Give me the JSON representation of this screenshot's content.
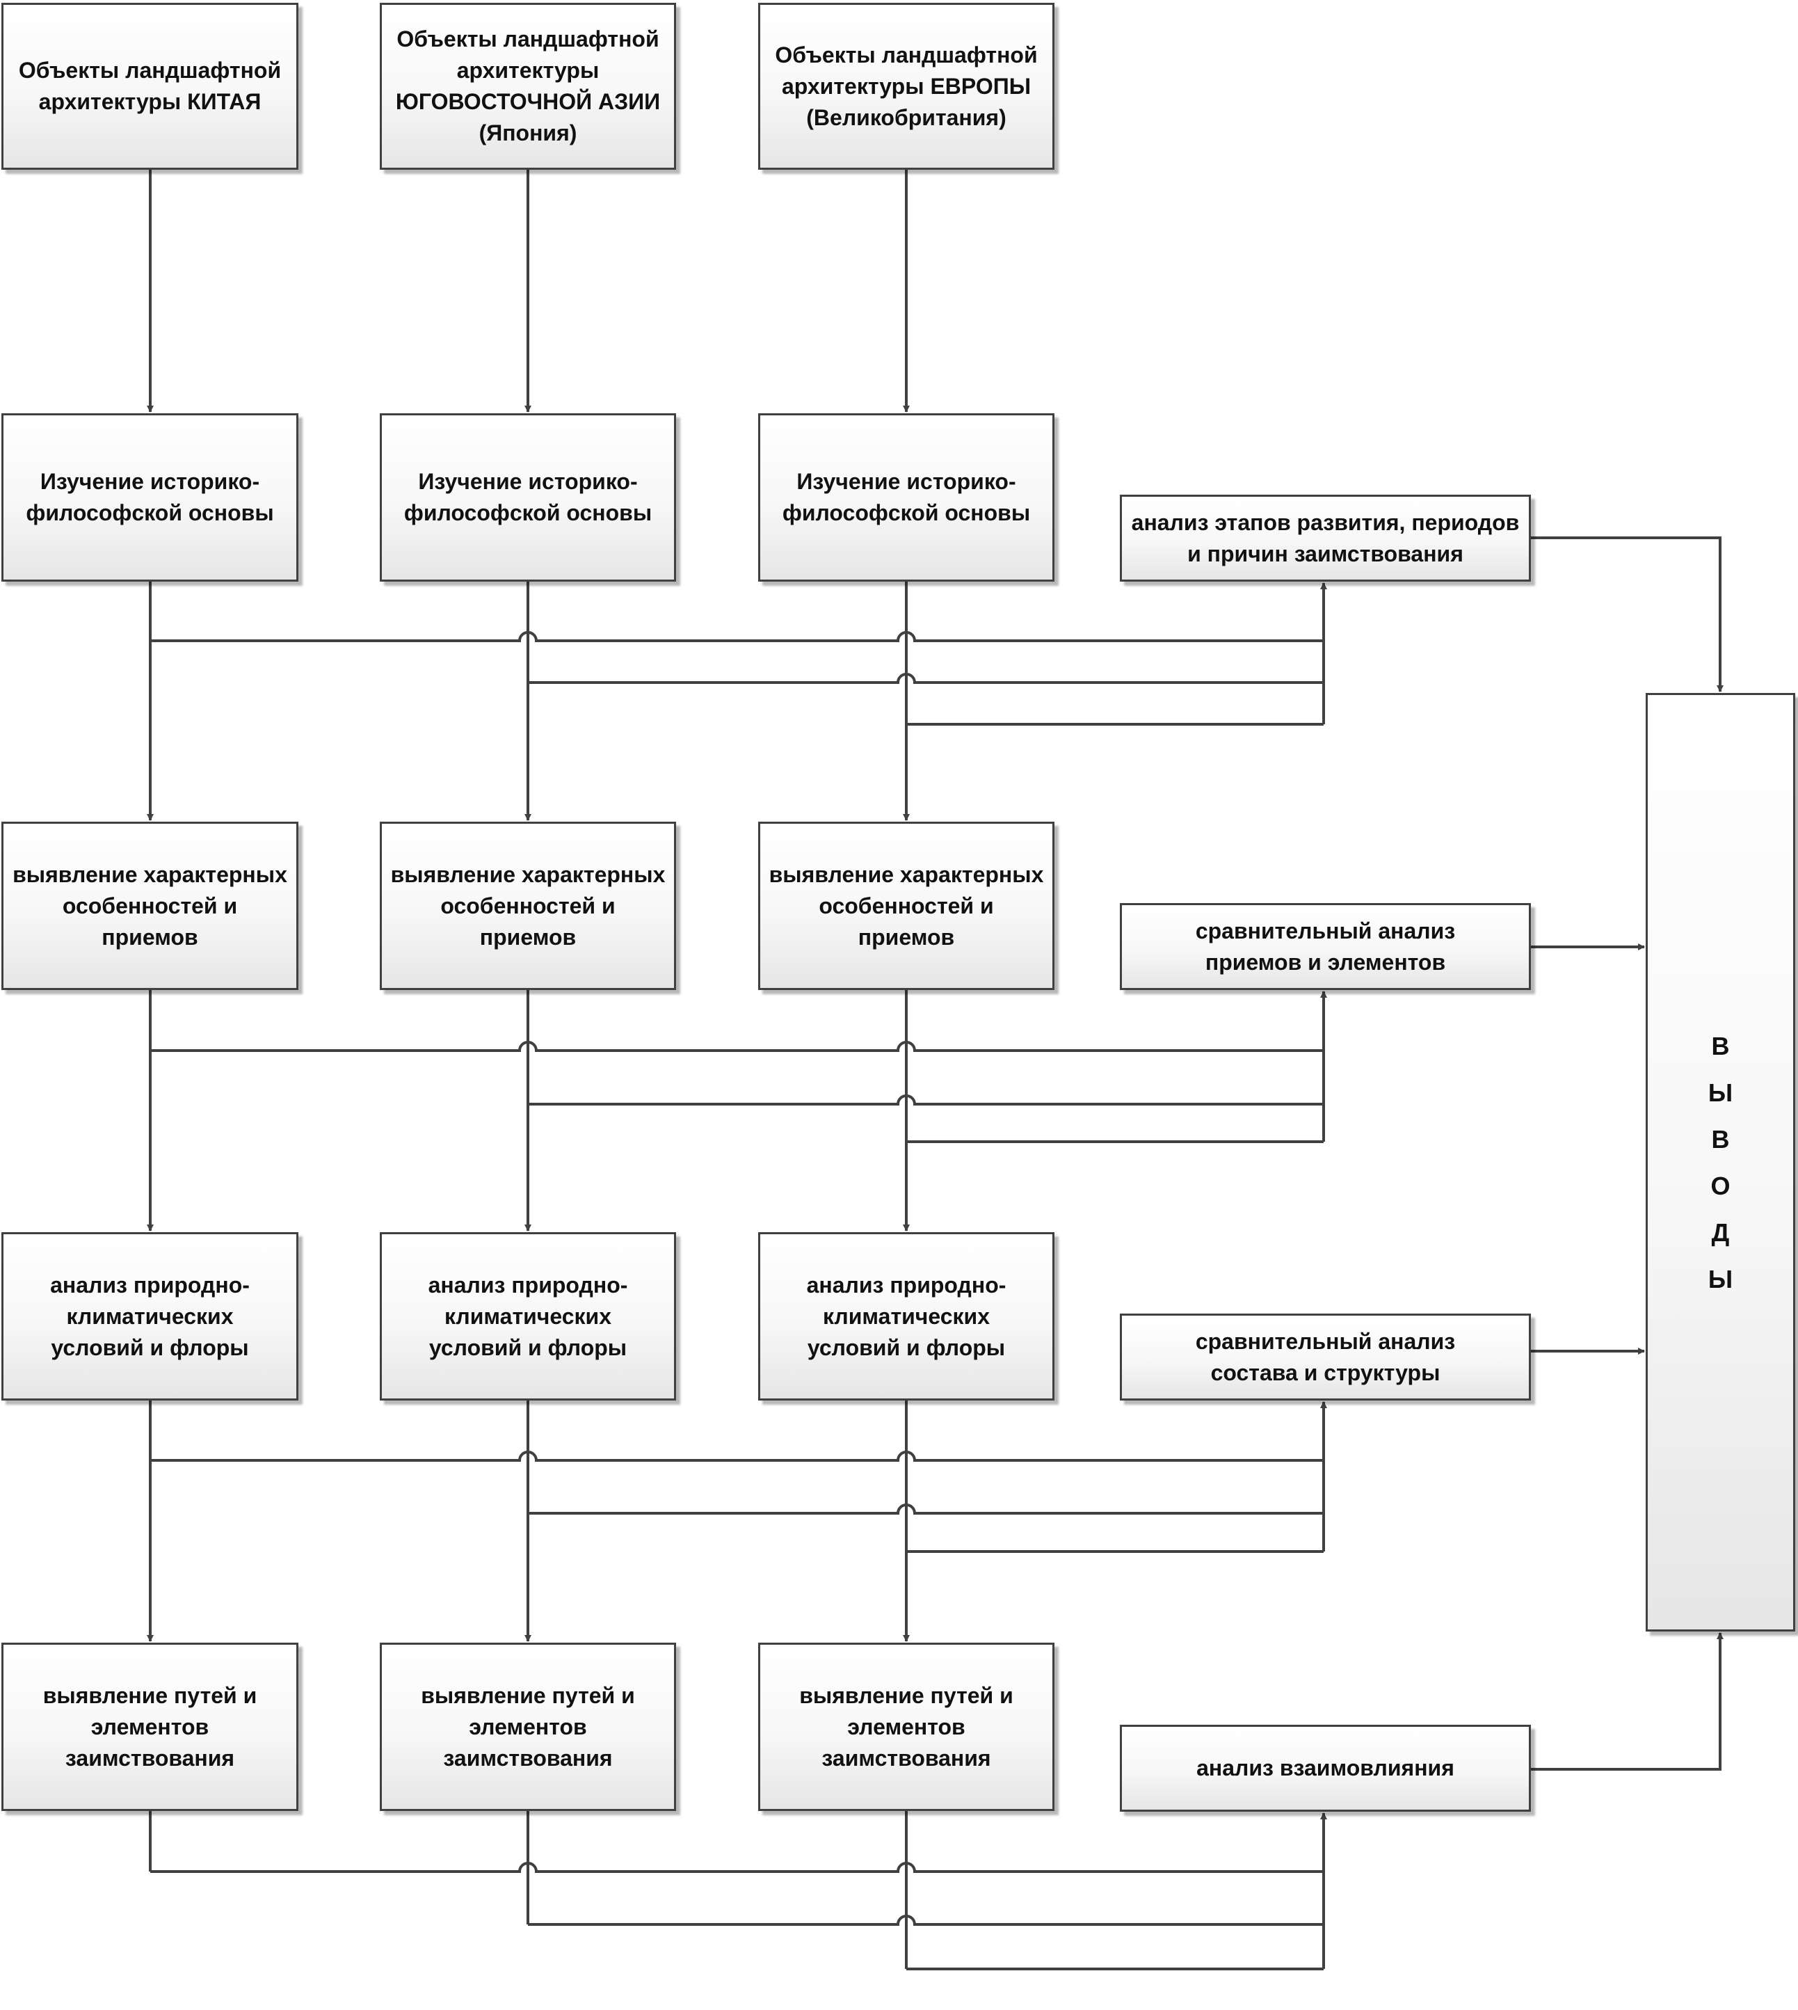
{
  "columns": [
    {
      "object": "Объекты ландшафтной\nархитектуры КИТАЯ",
      "steps": [
        "Изучение историко-\nфилософской основы",
        "выявление характерных\nособенностей и\nприемов",
        "анализ природно-\nклиматических\nусловий  и флоры",
        "выявление путей и\nэлементов\nзаимствования"
      ]
    },
    {
      "object": "Объекты ландшафтной\nархитектуры\nЮГОВОСТОЧНОЙ АЗИИ\n(Япония)",
      "steps": [
        "Изучение историко-\nфилософской основы",
        "выявление характерных\nособенностей и\nприемов",
        "анализ природно-\nклиматических\nусловий  и флоры",
        "выявление путей и\nэлементов\nзаимствования"
      ]
    },
    {
      "object": "Объекты ландшафтной\nархитектуры ЕВРОПЫ\n(Великобритания)",
      "steps": [
        "Изучение историко-\nфилософской основы",
        "выявление характерных\nособенностей и\nприемов",
        "анализ природно-\nклиматических\nусловий  и флоры",
        "выявление путей и\nэлементов\nзаимствования"
      ]
    }
  ],
  "analyses": [
    "анализ этапов развития, периодов\nи причин заимствования",
    "сравнительный анализ\nприемов и элементов",
    "сравнительный анализ\nсостава и структуры",
    "анализ взаимовлияния"
  ],
  "conclusion": "В\nЫ\nВ\nО\nД\nЫ",
  "colors": {
    "line": "#404040",
    "border": "#404040",
    "text": "#111111"
  }
}
